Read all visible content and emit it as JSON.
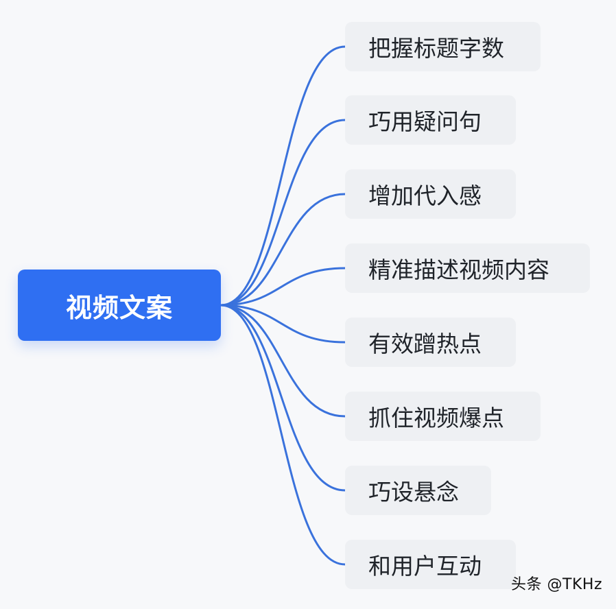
{
  "mindmap": {
    "root_label": "视频文案",
    "children": [
      "把握标题字数",
      "巧用疑问句",
      "增加代入感",
      "精准描述视频内容",
      "有效蹭热点",
      "抓住视频爆点",
      "巧设悬念",
      "和用户互动"
    ]
  },
  "watermark": "头条 @TKHz",
  "colors": {
    "root_background": "#2f6ff2",
    "connector": "#3a72dc",
    "child_background": "#eef0f3",
    "page_background": "#f7f8fa"
  }
}
